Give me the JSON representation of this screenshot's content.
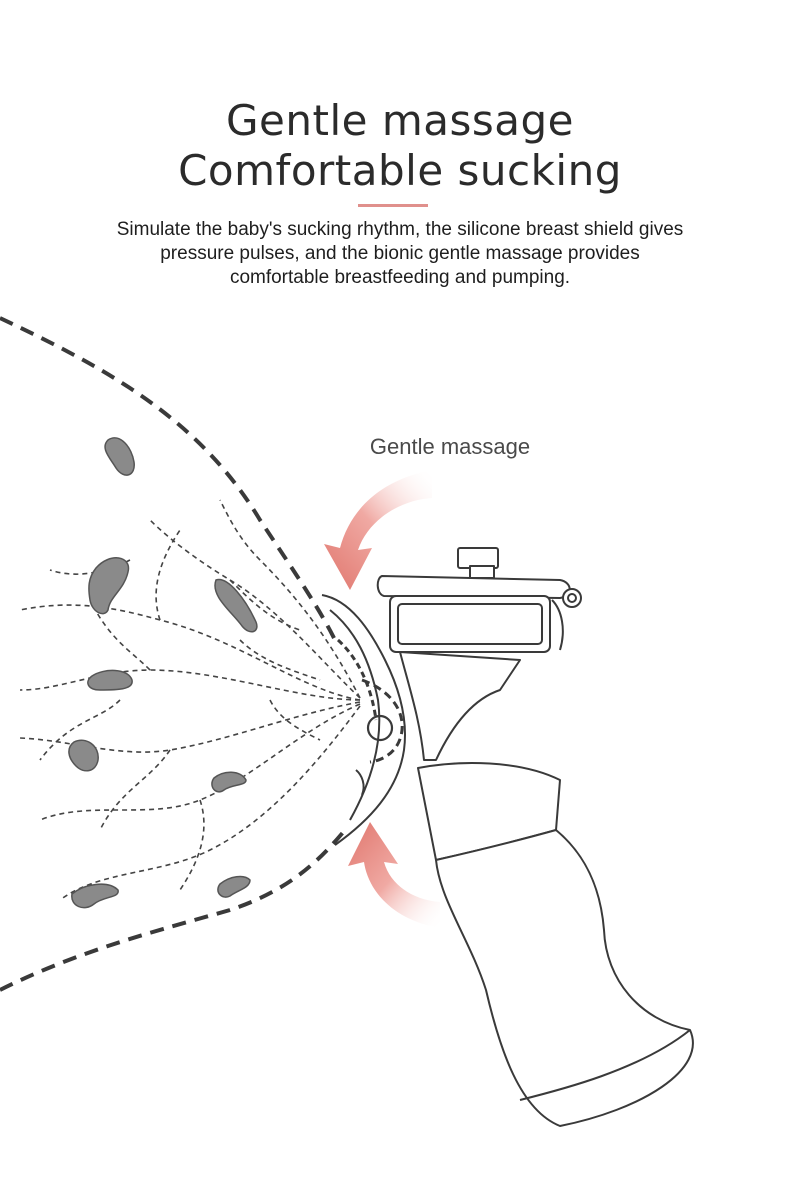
{
  "headline": {
    "line1": "Gentle massage",
    "line2": "Comfortable sucking"
  },
  "description": {
    "line1": "Simulate the baby's sucking rhythm, the silicone breast shield gives",
    "line2": "pressure pulses, and the bionic gentle massage provides",
    "line3": "comfortable breastfeeding and pumping."
  },
  "callout_label": "Gentle massage",
  "colors": {
    "accent": "#e0908c",
    "arrow": "#e0766d",
    "text": "#2b2b2b",
    "gland": "#8a8a8a",
    "outline": "#3a3a3a"
  }
}
